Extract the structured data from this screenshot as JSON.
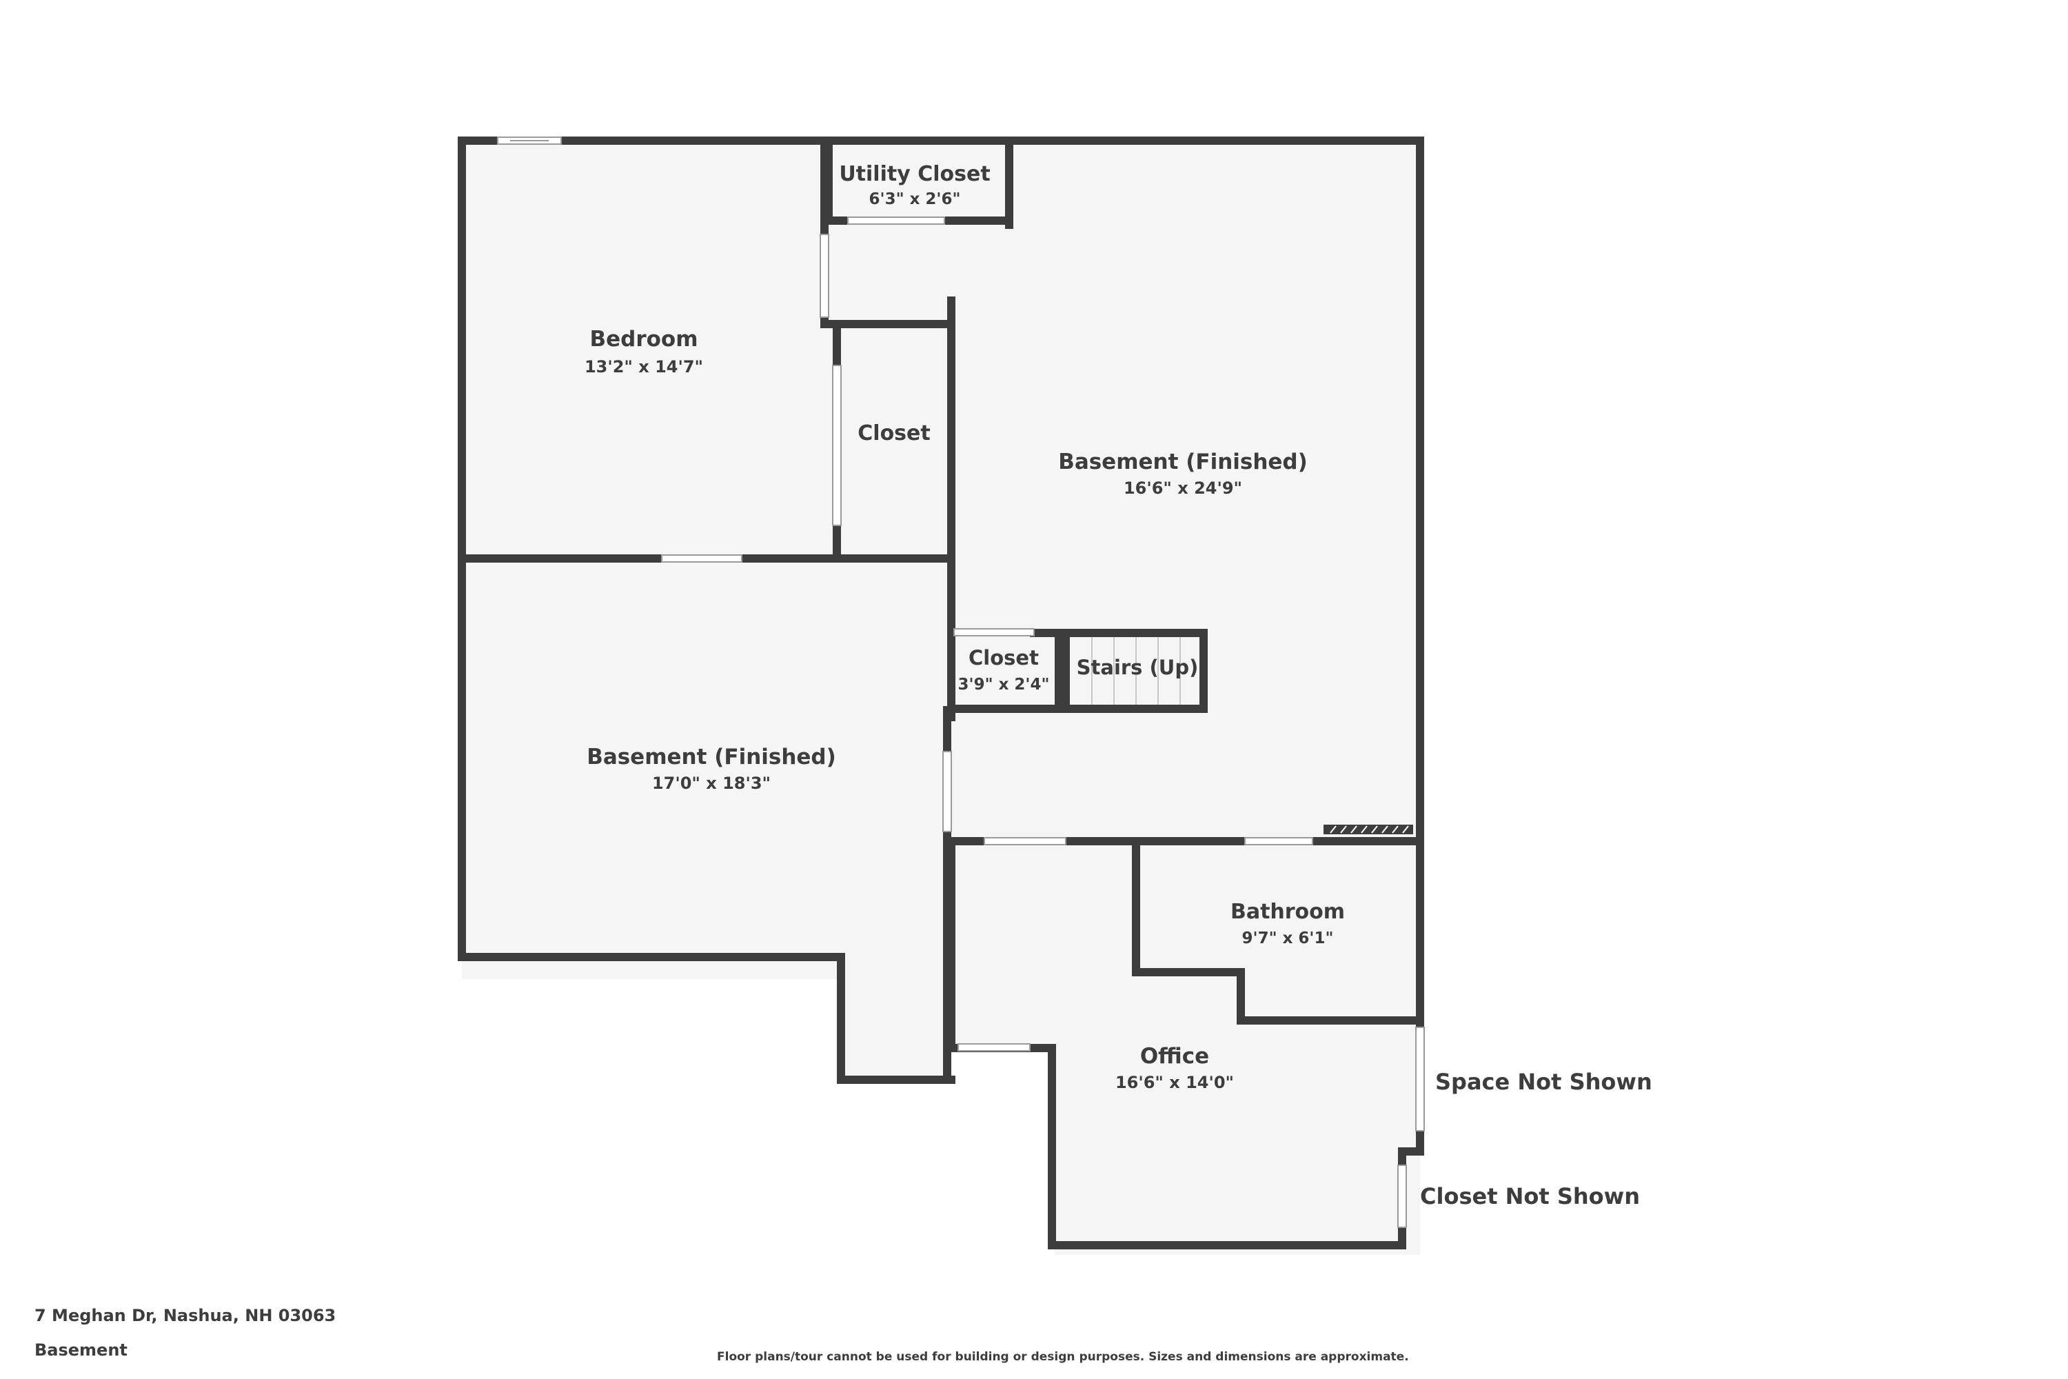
{
  "plan": {
    "rooms": [
      {
        "id": "bedroom",
        "name": "Bedroom",
        "dims": "13'2\" x 14'7\""
      },
      {
        "id": "utility-closet",
        "name": "Utility Closet",
        "dims": "6'3\" x 2'6\""
      },
      {
        "id": "closet-bedroom",
        "name": "Closet",
        "dims": ""
      },
      {
        "id": "basement-finished-right",
        "name": "Basement (Finished)",
        "dims": "16'6\" x 24'9\""
      },
      {
        "id": "basement-finished-left",
        "name": "Basement (Finished)",
        "dims": "17'0\" x 18'3\""
      },
      {
        "id": "closet-small",
        "name": "Closet",
        "dims": "3'9\" x 2'4\""
      },
      {
        "id": "stairs",
        "name": "Stairs (Up)",
        "dims": ""
      },
      {
        "id": "bathroom",
        "name": "Bathroom",
        "dims": "9'7\" x 6'1\""
      },
      {
        "id": "office",
        "name": "Office",
        "dims": "16'6\" x 14'0\""
      }
    ],
    "outside_labels": {
      "space_not_shown": "Space Not Shown",
      "closet_not_shown": "Closet Not Shown"
    },
    "colors": {
      "wall": "#3d3d3d",
      "floor": "#f5f5f5",
      "background": "#ffffff",
      "text": "#3d3d3d"
    }
  },
  "footer": {
    "address": "7 Meghan Dr, Nashua, NH 03063",
    "floor": "Basement",
    "disclaimer": "Floor plans/tour cannot be used for building or design purposes. Sizes and dimensions are approximate."
  }
}
